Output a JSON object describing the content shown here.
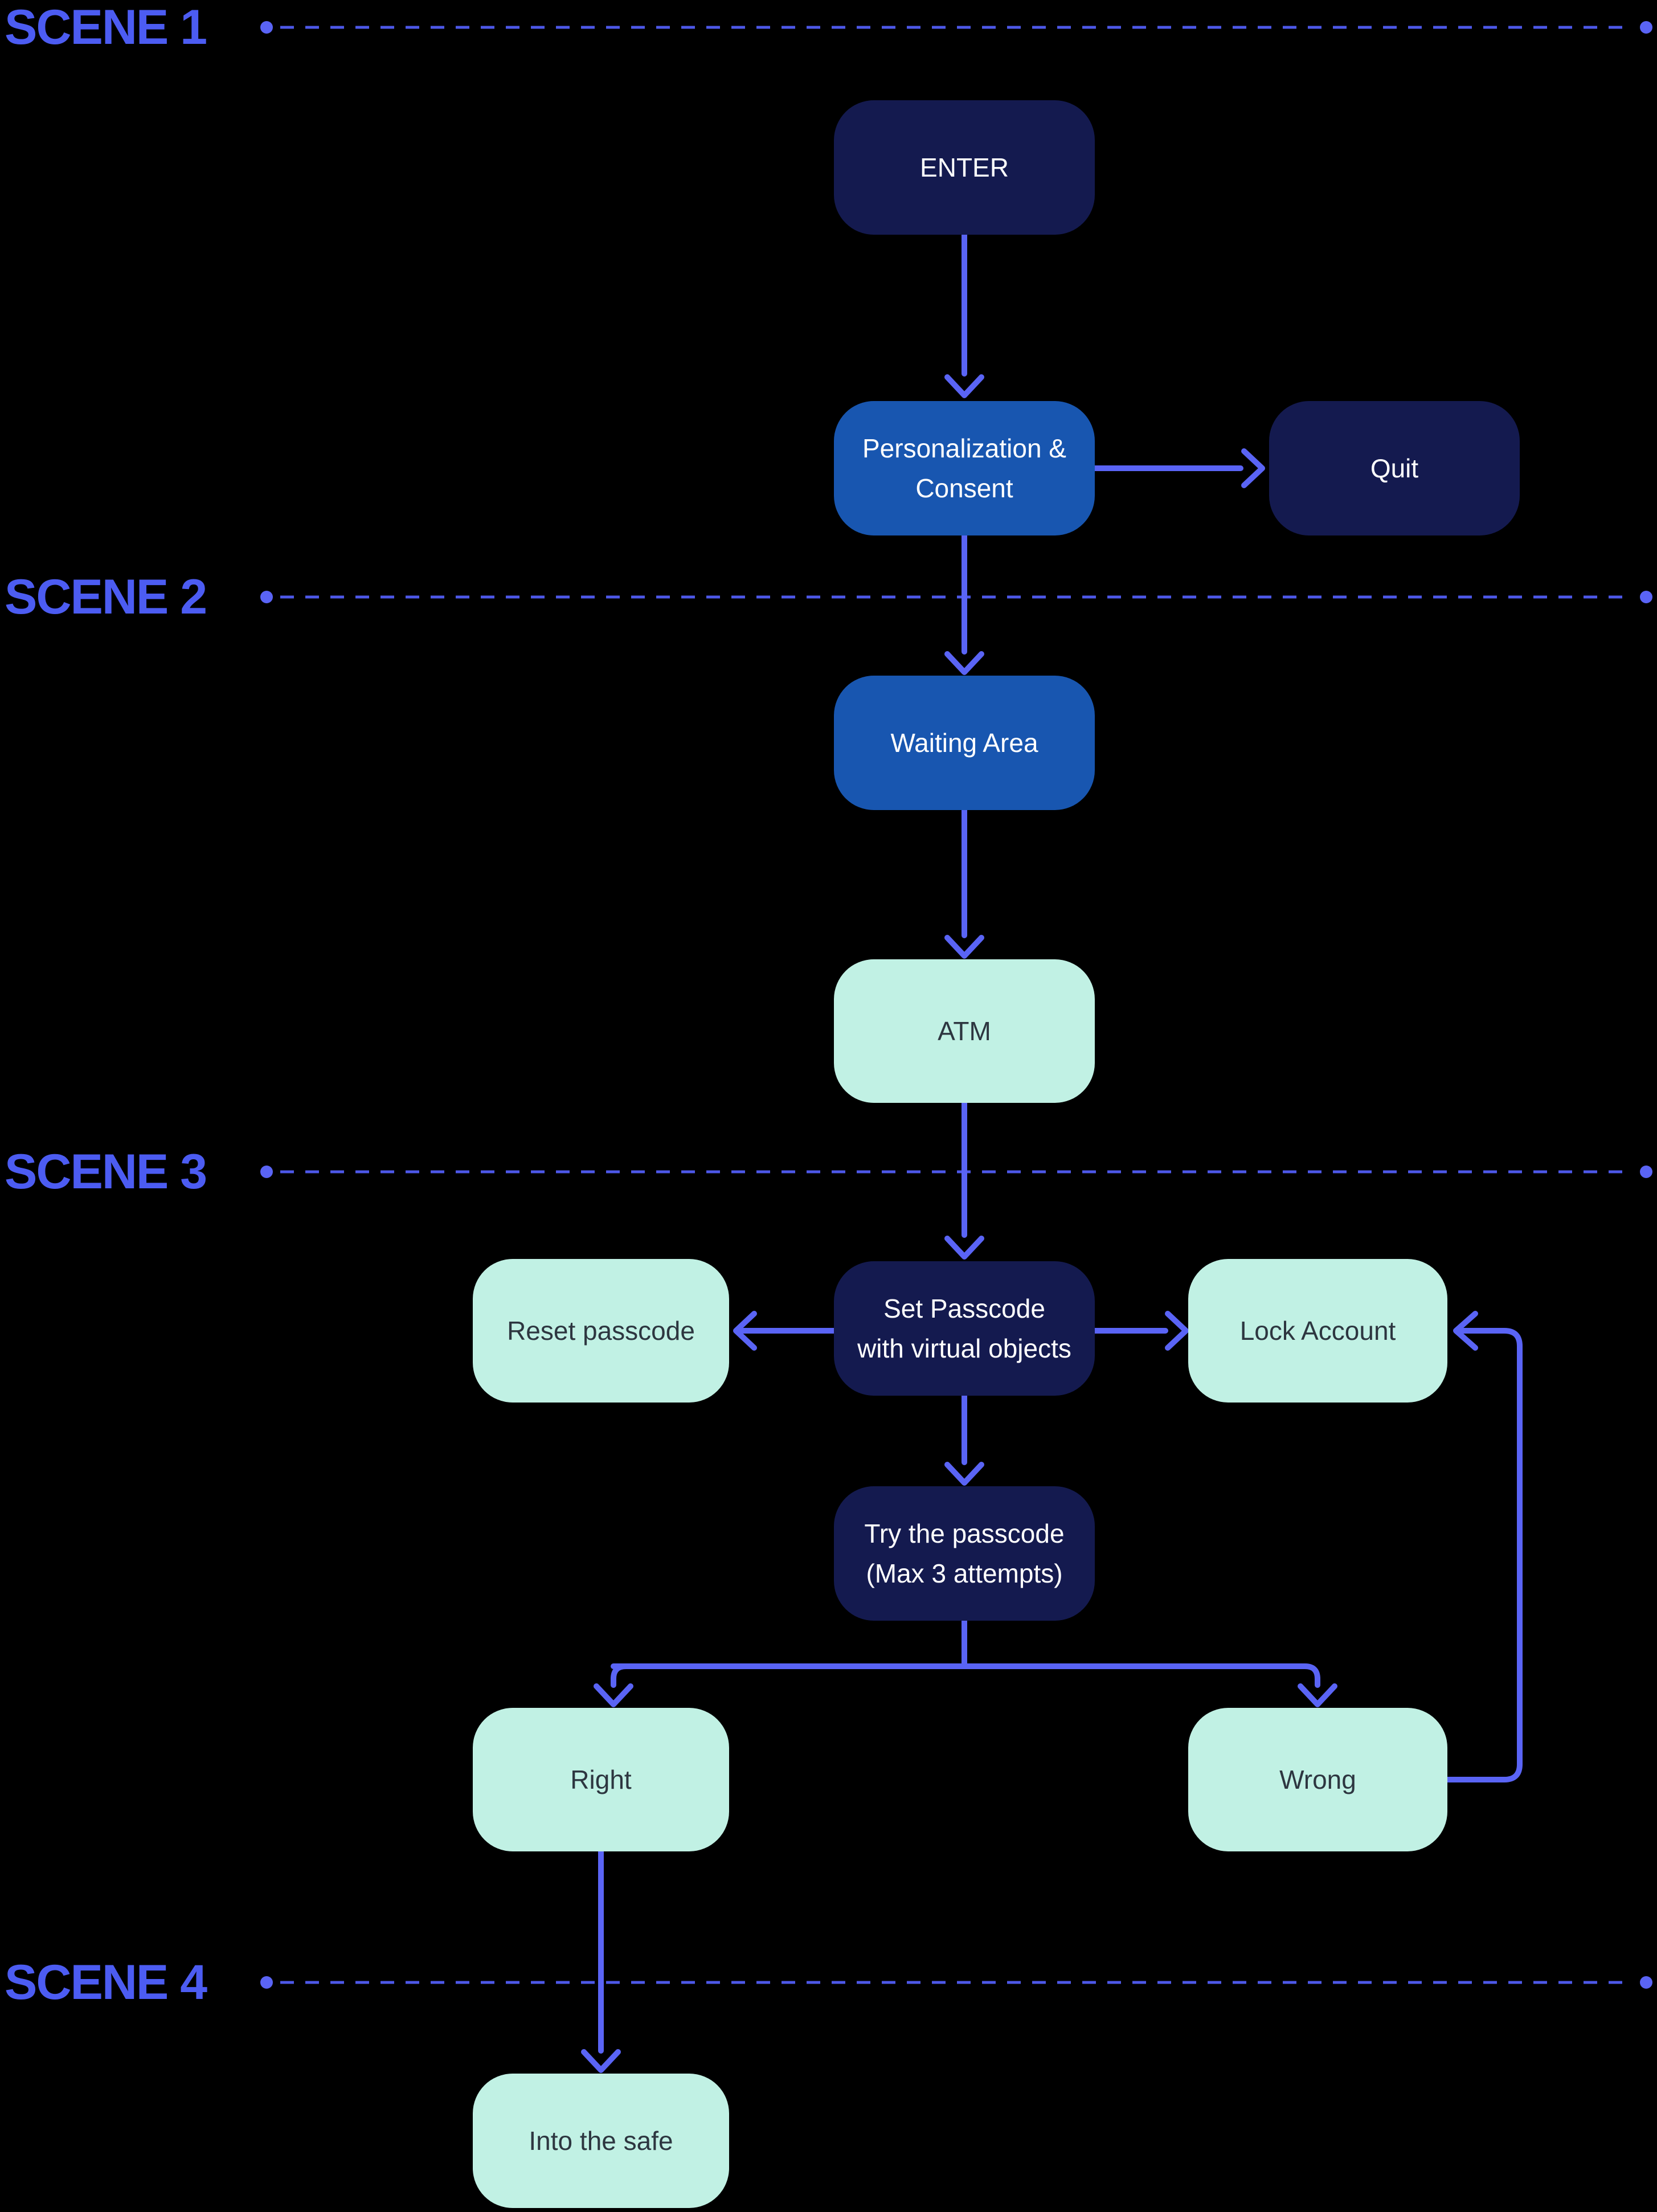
{
  "title": "ATM experience flowchart",
  "colors": {
    "bg": "#000000",
    "navy": "#141a4f",
    "blue": "#1856b0",
    "mint": "#c1f1e4",
    "accent": "#5a64f5",
    "accent-dim": "#4d58e8",
    "scene": "#4c5cf2",
    "ink": "#2d3640",
    "light-text": "#ffffff"
  },
  "scenes": [
    {
      "label": "SCENE 1"
    },
    {
      "label": "SCENE 2"
    },
    {
      "label": "SCENE 3"
    },
    {
      "label": "SCENE 4"
    }
  ],
  "nodes": [
    {
      "id": "enter",
      "variant": "navy",
      "lines": [
        "ENTER"
      ]
    },
    {
      "id": "personalization-consent",
      "variant": "blue",
      "lines": [
        "Personalization &",
        "Consent"
      ]
    },
    {
      "id": "quit",
      "variant": "navy",
      "lines": [
        "Quit"
      ]
    },
    {
      "id": "waiting-area",
      "variant": "blue",
      "lines": [
        "Waiting Area"
      ]
    },
    {
      "id": "atm",
      "variant": "mint",
      "lines": [
        "ATM"
      ]
    },
    {
      "id": "reset-passcode",
      "variant": "mint",
      "lines": [
        "Reset passcode"
      ]
    },
    {
      "id": "set-passcode",
      "variant": "navy",
      "lines": [
        "Set Passcode",
        "with virtual objects"
      ]
    },
    {
      "id": "lock-account",
      "variant": "mint",
      "lines": [
        "Lock Account"
      ]
    },
    {
      "id": "try-passcode",
      "variant": "navy",
      "lines": [
        "Try the passcode",
        "(Max 3 attempts)"
      ]
    },
    {
      "id": "right",
      "variant": "mint",
      "lines": [
        "Right"
      ]
    },
    {
      "id": "wrong",
      "variant": "mint",
      "lines": [
        "Wrong"
      ]
    },
    {
      "id": "into-the-safe",
      "variant": "mint",
      "lines": [
        "Into the safe"
      ]
    }
  ],
  "connections": [
    {
      "from": "enter",
      "to": "personalization-consent"
    },
    {
      "from": "personalization-consent",
      "to": "quit"
    },
    {
      "from": "personalization-consent",
      "to": "waiting-area"
    },
    {
      "from": "waiting-area",
      "to": "atm"
    },
    {
      "from": "atm",
      "to": "set-passcode"
    },
    {
      "from": "set-passcode",
      "to": "reset-passcode"
    },
    {
      "from": "set-passcode",
      "to": "lock-account"
    },
    {
      "from": "set-passcode",
      "to": "try-passcode"
    },
    {
      "from": "try-passcode",
      "to": "right"
    },
    {
      "from": "try-passcode",
      "to": "wrong"
    },
    {
      "from": "right",
      "to": "into-the-safe"
    },
    {
      "from": "wrong",
      "to": "lock-account"
    }
  ]
}
